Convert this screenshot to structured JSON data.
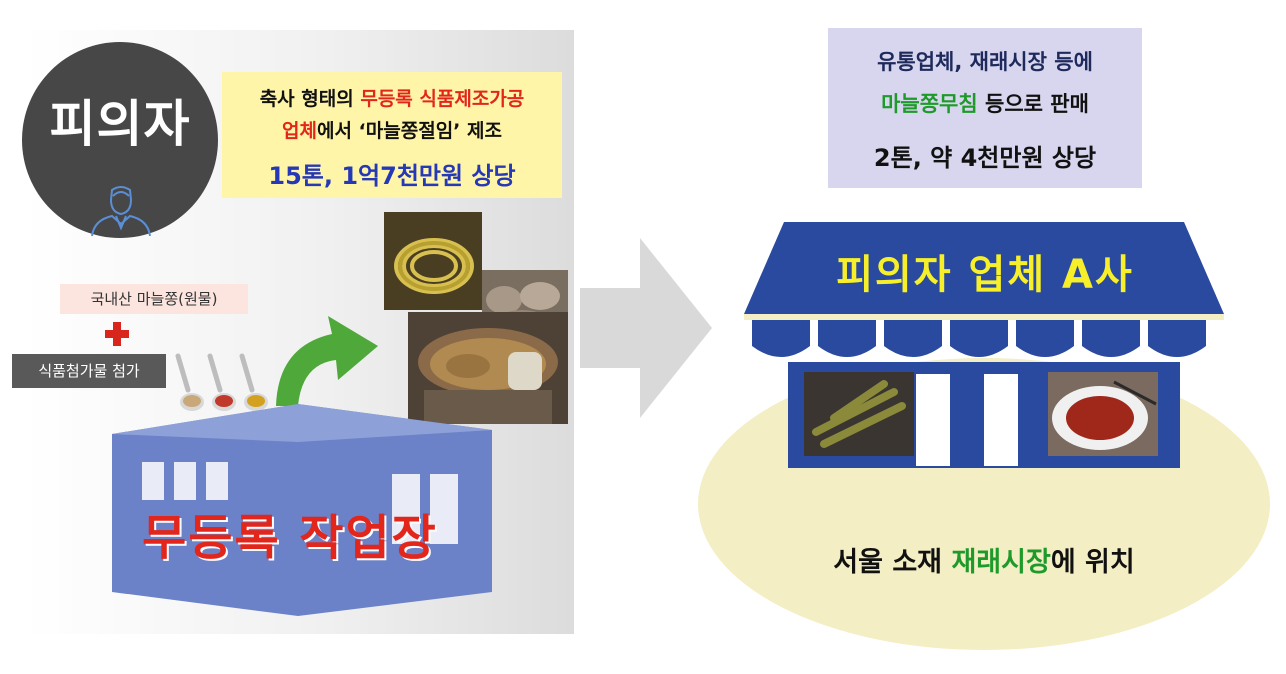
{
  "suspect": {
    "label": "피의자"
  },
  "manufacture_box": {
    "line1_prefix": "축사 형태의 ",
    "line1_highlight": "무등록 식품제조가공",
    "line2_highlight": "업체",
    "line2_rest": "에서 ‘마늘쫑절임’ 제조",
    "line3": "15톤, 1억7천만원 상당"
  },
  "ingredients": {
    "raw_material": "국내산 마늘쫑(원물)",
    "additive": "식품첨가물 첨가"
  },
  "factory": {
    "label": "무등록 작업장"
  },
  "sales_box": {
    "line1": "유통업체, 재래시장 등에",
    "line2_highlight": "마늘쫑무침",
    "line2_rest": " 등으로 판매",
    "line3": "2톤, 약 4천만원 상당"
  },
  "store": {
    "name": "피의자 업체 A사"
  },
  "location": {
    "prefix": "서울 소재 ",
    "highlight": "재래시장",
    "suffix": "에 위치"
  },
  "colors": {
    "red": "#e3261c",
    "blue": "#2538b8",
    "green": "#1e9a2a",
    "factory_blue": "#6b82c8",
    "store_blue": "#2a4aa0",
    "store_text": "#f6ef2a"
  },
  "icons": [
    "person-icon",
    "plus-icon",
    "curved-arrow-icon",
    "right-arrow-icon",
    "factory-icon",
    "store-icon"
  ]
}
